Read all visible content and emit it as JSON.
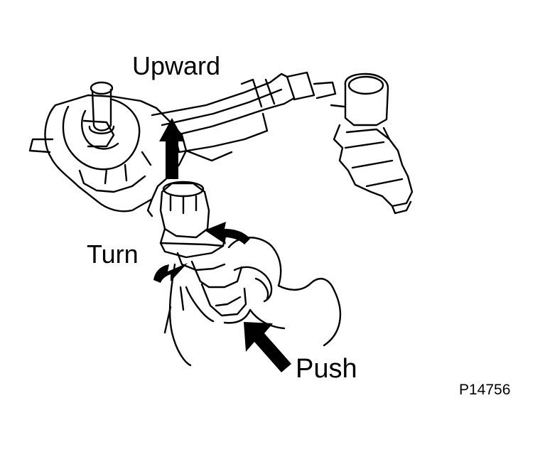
{
  "labels": {
    "upward": "Upward",
    "turn": "Turn",
    "push": "Push",
    "figure_id": "P14756"
  },
  "colors": {
    "ink": "#000000",
    "paper": "#ffffff"
  },
  "icons": {
    "upward_arrow": "arrow-up-icon",
    "turn_arrows": "rotate-arrows-icon",
    "push_arrow": "arrow-push-icon"
  }
}
